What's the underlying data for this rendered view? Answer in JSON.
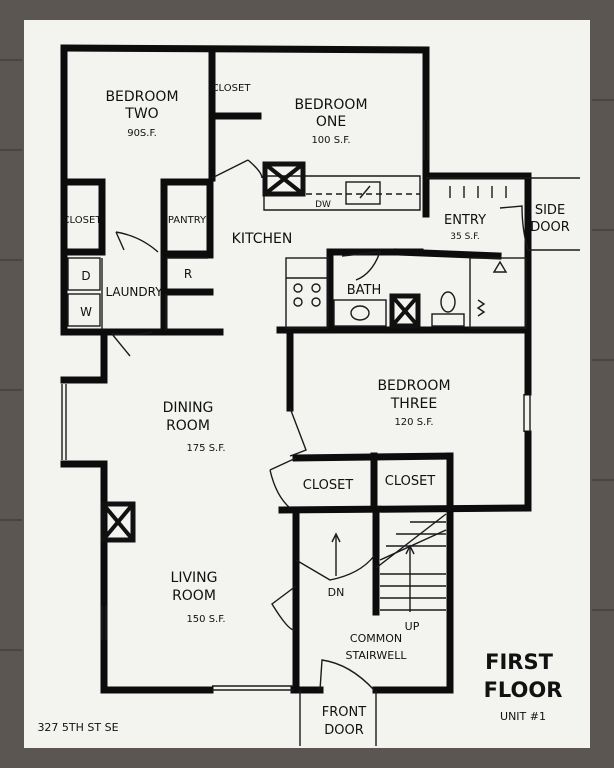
{
  "rooms": {
    "bedroom_two": {
      "name_line1": "BEDROOM",
      "name_line2": "TWO",
      "area": "90S.F."
    },
    "bedroom_one": {
      "name_line1": "BEDROOM",
      "name_line2": "ONE",
      "area": "100 S.F."
    },
    "bedroom_three": {
      "name_line1": "BEDROOM",
      "name_line2": "THREE",
      "area": "120 S.F."
    },
    "kitchen": {
      "name": "KITCHEN"
    },
    "entry": {
      "name": "ENTRY",
      "area": "35 S.F."
    },
    "bath": {
      "name": "BATH"
    },
    "laundry": {
      "name": "LAUNDRY"
    },
    "dining": {
      "name_line1": "DINING",
      "name_line2": "ROOM",
      "area": "175 S.F."
    },
    "living": {
      "name_line1": "LIVING",
      "name_line2": "ROOM",
      "area": "150 S.F."
    },
    "stairwell": {
      "name_line1": "COMMON",
      "name_line2": "STAIRWELL"
    }
  },
  "labels": {
    "closet_bedroom_one": "CLOSET",
    "closet_bedroom_two": "CLOSET",
    "closet_lower_left": "CLOSET",
    "closet_lower_right": "CLOSET",
    "pantry": "PANTRY",
    "dishwasher": "DW",
    "refrigerator": "R",
    "dryer": "D",
    "washer": "W",
    "side_door_line1": "SIDE",
    "side_door_line2": "DOOR",
    "front_door_line1": "FRONT",
    "front_door_line2": "DOOR",
    "stair_down": "DN",
    "stair_up": "UP"
  },
  "title": {
    "line1": "FIRST",
    "line2": "FLOOR",
    "unit": "UNIT #1"
  },
  "address": "327 5TH ST SE"
}
